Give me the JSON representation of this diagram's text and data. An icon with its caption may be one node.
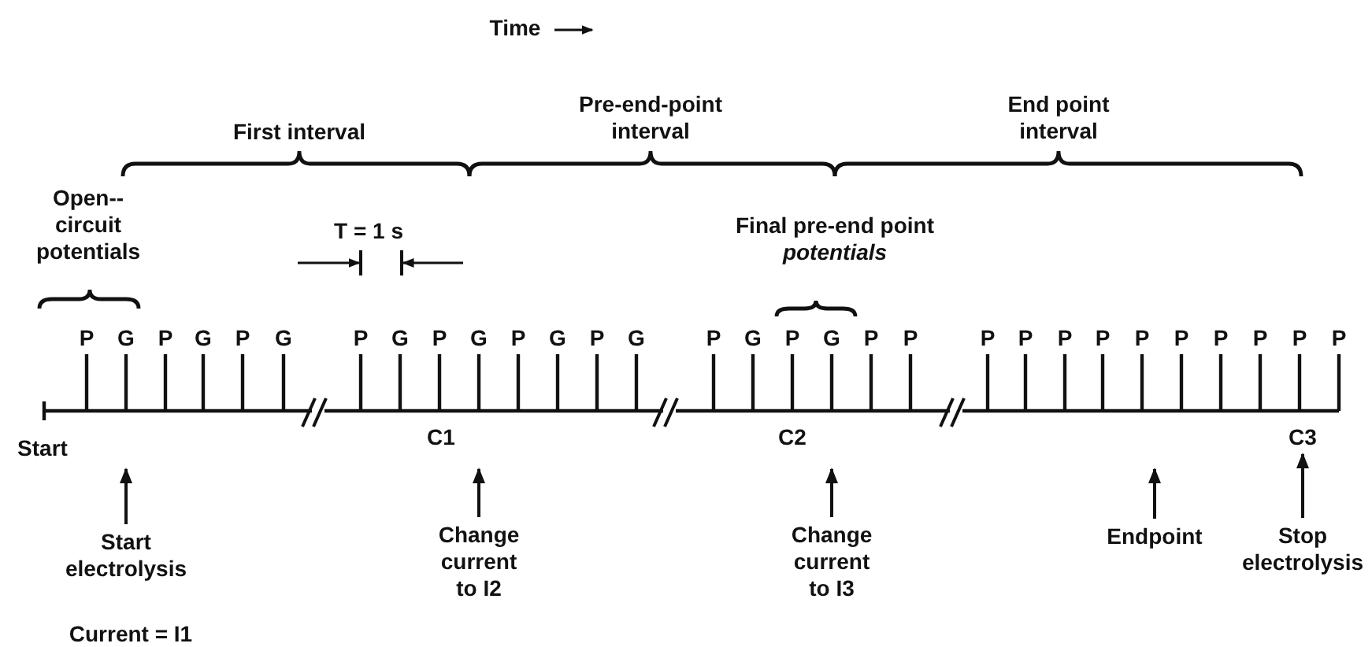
{
  "diagram": {
    "nodes": [
      {
        "text": [
          "Start electrolysis"
        ]
      },
      {
        "text": [
          "Change current to I2"
        ]
      },
      {
        "text": [
          "Change current to I3"
        ]
      },
      {
        "text": [
          "Endpoint"
        ]
      },
      {
        "text": [
          "Stop electrolysis"
        ]
      },
      {
        "text": [
          "C3"
        ]
      }
    ],
    "edges": [
      {
        "from": 0,
        "to": null,
        "arrow": "to"
      },
      {
        "from": 1,
        "to": null,
        "arrow": "to"
      },
      {
        "from": 2,
        "to": null,
        "arrow": "to"
      },
      {
        "from": 3,
        "to": null,
        "arrow": "to"
      },
      {
        "from": 4,
        "to": 5,
        "arrow": "to"
      }
    ],
    "labels": [
      "Time",
      "First interval",
      "Pre-end-point interval",
      "End point interval",
      "Open-- circuit potentials",
      "T = 1 s",
      "Final pre-end point *potentials*",
      "P",
      "G",
      "P",
      "G",
      "P",
      "G",
      "P",
      "G",
      "P",
      "G",
      "P",
      "G",
      "P",
      "G",
      "P",
      "G",
      "P",
      "G",
      "P",
      "P",
      "P",
      "P",
      "P",
      "P",
      "P",
      "P",
      "P",
      "P",
      "P",
      "P",
      "Start",
      "C1",
      "C2",
      "Current = I1"
    ]
  }
}
